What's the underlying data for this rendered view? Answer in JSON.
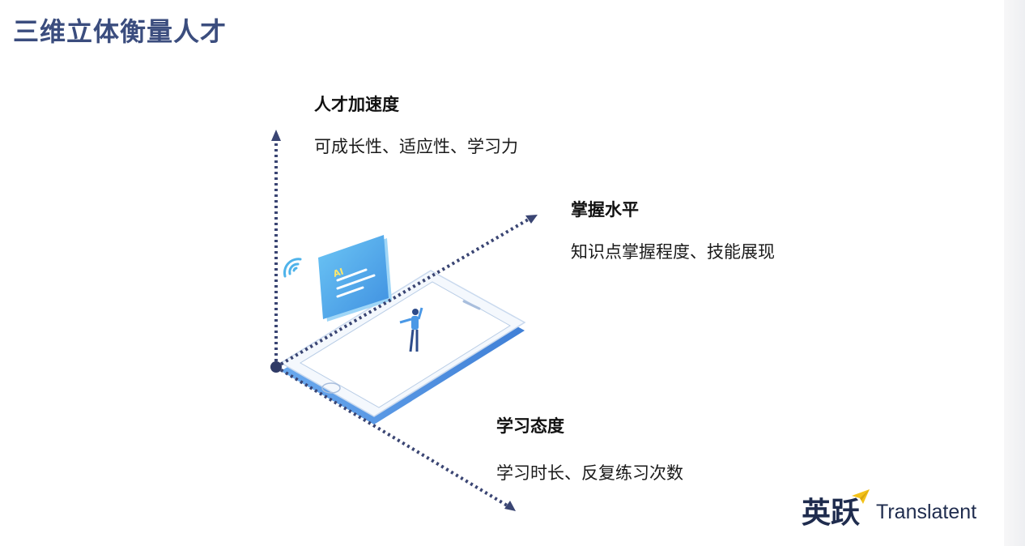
{
  "title": "三维立体衡量人才",
  "axes": [
    {
      "heading": "人才加速度",
      "description": "可成长性、适应性、学习力"
    },
    {
      "heading": "掌握水平",
      "description": "知识点掌握程度、技能展现"
    },
    {
      "heading": "学习态度",
      "description": "学习时长、反复练习次数"
    }
  ],
  "illustration": {
    "card_text": "AI",
    "colors": {
      "axis": "#3a4573",
      "phone_blue": "#4f93e0",
      "card_blue": "#5bb7f0"
    }
  },
  "logo": {
    "chinese": "英跃",
    "english": "Translatent"
  }
}
